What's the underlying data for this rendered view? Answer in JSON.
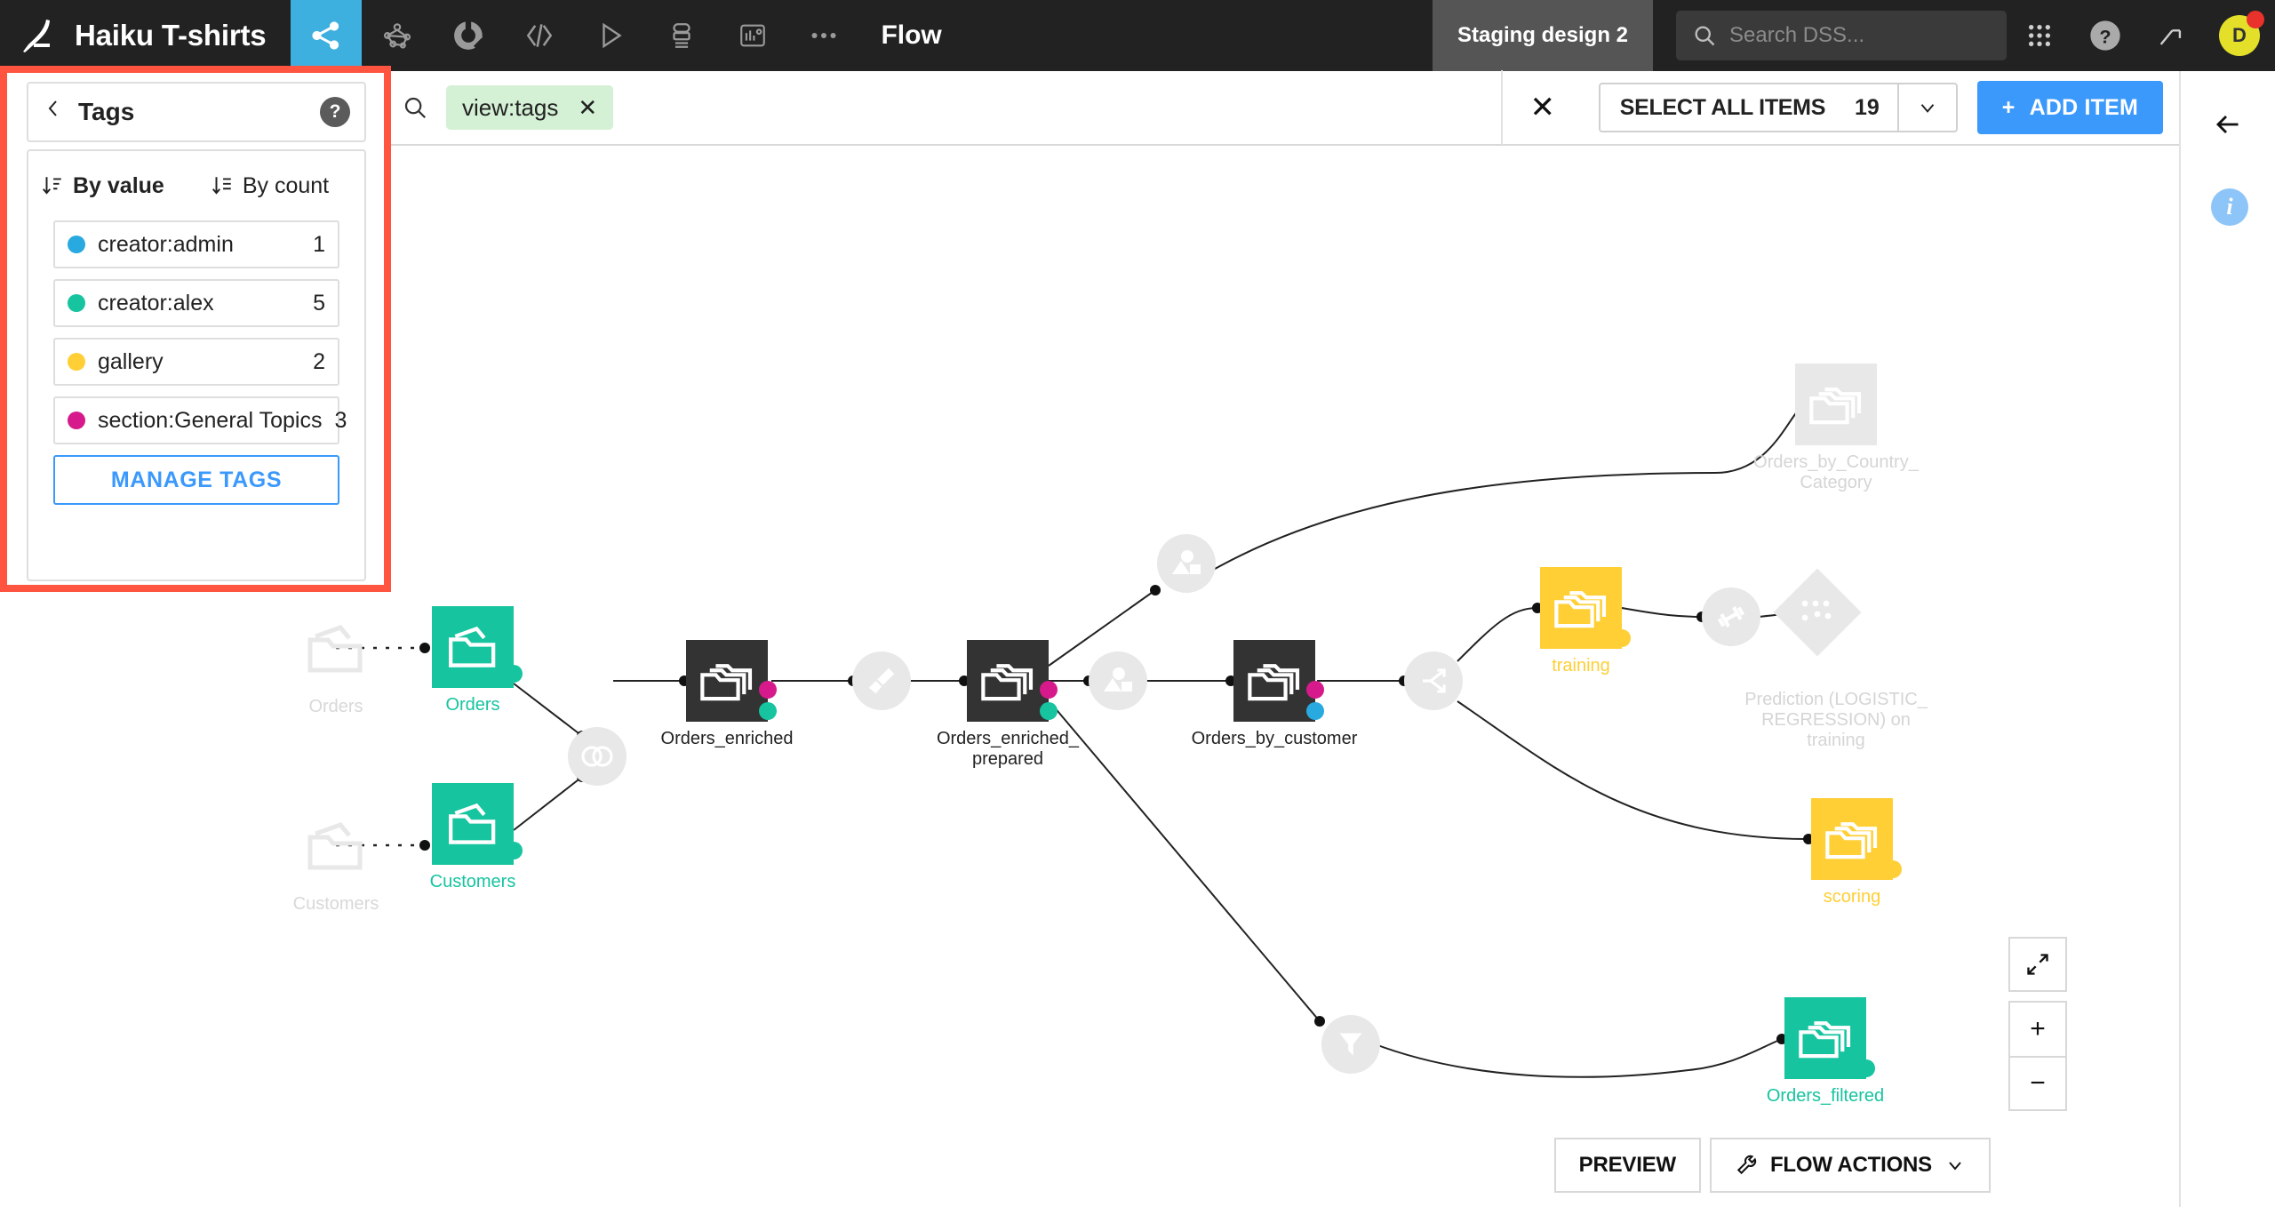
{
  "topbar": {
    "logo_icon": "bird-logo-icon",
    "project_title": "Haiku T-shirts",
    "nav_icons": [
      {
        "name": "flow-icon",
        "active": true
      },
      {
        "name": "graph-icon",
        "active": false
      },
      {
        "name": "lab-icon",
        "active": false
      },
      {
        "name": "code-icon",
        "active": false
      },
      {
        "name": "scenarios-play-icon",
        "active": false
      },
      {
        "name": "jobs-icon",
        "active": false
      },
      {
        "name": "dashboards-icon",
        "active": false
      },
      {
        "name": "more-ellipsis-icon",
        "active": false
      }
    ],
    "section_label": "Flow",
    "stage_label": "Staging design 2",
    "search_placeholder": "Search DSS...",
    "apps_icon": "apps-grid-icon",
    "help_icon": "help-circle-icon",
    "trend_icon": "trend-arrow-icon",
    "avatar_initial": "D",
    "notification_color": "#e8322b",
    "active_nav_color": "#3eb0e0"
  },
  "subheader": {
    "search_icon": "search-icon",
    "filter_chip": {
      "label": "view:tags",
      "remove_icon": "close-x-icon"
    },
    "clear_icon": "close-x-icon",
    "select_all_label": "SELECT ALL ITEMS",
    "select_all_count": "19",
    "caret_icon": "chevron-down-icon",
    "add_item_label": "ADD ITEM",
    "add_item_plus": "+",
    "add_item_color": "#3b99fc",
    "collapse_icon": "arrow-left-icon"
  },
  "right_rail": {
    "back_icon": "arrow-left-icon",
    "info_icon": "info-circle-icon",
    "info_letter": "i",
    "info_color": "#8dc5f8"
  },
  "tags_panel": {
    "highlight_color": "#ff5440",
    "back_icon": "chevron-left-icon",
    "title": "Tags",
    "help_icon": "help-circle-icon",
    "help_glyph": "?",
    "sorts": [
      {
        "label": "By value",
        "icon": "sort-descending-icon",
        "active": true
      },
      {
        "label": "By count",
        "icon": "sort-descending-icon",
        "active": false
      }
    ],
    "tags": [
      {
        "name": "creator:admin",
        "count": "1",
        "color": "#28a9e0"
      },
      {
        "name": "creator:alex",
        "count": "5",
        "color": "#16c4a0"
      },
      {
        "name": "gallery",
        "count": "2",
        "color": "#ffcf35"
      },
      {
        "name": "section:General Topics",
        "count": "3",
        "color": "#d61a8c"
      }
    ],
    "manage_label": "MANAGE TAGS",
    "manage_color": "#3b99fc"
  },
  "flow": {
    "ghost_nodes": [
      {
        "label": "Orders",
        "icon": "dataset-folder-icon"
      },
      {
        "label": "Customers",
        "icon": "dataset-folder-icon"
      }
    ],
    "nodes": [
      {
        "id": "orders",
        "label": "Orders",
        "color": "#16c4a0",
        "text_color": "#16c4a0",
        "icon": "dataset-folder-icon",
        "tag_dots": [
          "#16c4a0"
        ]
      },
      {
        "id": "customers",
        "label": "Customers",
        "color": "#16c4a0",
        "text_color": "#16c4a0",
        "icon": "dataset-folder-icon",
        "tag_dots": [
          "#16c4a0"
        ]
      },
      {
        "id": "orders_enriched",
        "label": "Orders_enriched",
        "color": "#333333",
        "text_color": "#222222",
        "icon": "dataset-folder-icon",
        "tag_dots": [
          "#d61a8c",
          "#16c4a0"
        ]
      },
      {
        "id": "orders_enriched_prepared",
        "label": "Orders_enriched_\nprepared",
        "color": "#333333",
        "text_color": "#222222",
        "icon": "dataset-folder-icon",
        "tag_dots": [
          "#d61a8c",
          "#16c4a0"
        ]
      },
      {
        "id": "orders_by_customer",
        "label": "Orders_by_customer",
        "color": "#333333",
        "text_color": "#222222",
        "icon": "dataset-folder-icon",
        "tag_dots": [
          "#d61a8c",
          "#28a9e0"
        ]
      },
      {
        "id": "training",
        "label": "training",
        "color": "#ffcf35",
        "text_color": "#ffcf35",
        "icon": "dataset-folder-icon",
        "tag_dots": [
          "#ffcf35"
        ]
      },
      {
        "id": "scoring",
        "label": "scoring",
        "color": "#ffcf35",
        "text_color": "#ffcf35",
        "icon": "dataset-folder-icon",
        "tag_dots": [
          "#ffcf35"
        ]
      },
      {
        "id": "orders_filtered",
        "label": "Orders_filtered",
        "color": "#16c4a0",
        "text_color": "#16c4a0",
        "icon": "dataset-folder-icon",
        "tag_dots": [
          "#16c4a0"
        ]
      },
      {
        "id": "orders_by_country_category",
        "label": "Orders_by_Country_\nCategory",
        "color": "#e8e8e8",
        "text_color": "#d5d5d5",
        "icon": "dataset-folder-icon",
        "tag_dots": []
      },
      {
        "id": "prediction_model",
        "label": "Prediction (LOGISTIC_\nREGRESSION) on\ntraining",
        "color": "#e8e8e8",
        "text_color": "#d5d5d5",
        "icon": "model-diamond-icon",
        "tag_dots": []
      }
    ],
    "recipes": [
      {
        "id": "join",
        "icon": "join-recipe-icon"
      },
      {
        "id": "prepare1",
        "icon": "prepare-broom-recipe-icon"
      },
      {
        "id": "group-top",
        "icon": "group-recipe-icon"
      },
      {
        "id": "group-mid",
        "icon": "group-recipe-icon"
      },
      {
        "id": "split",
        "icon": "split-recipe-icon"
      },
      {
        "id": "filter",
        "icon": "filter-recipe-icon"
      },
      {
        "id": "train",
        "icon": "train-recipe-icon"
      }
    ]
  },
  "bottom_controls": {
    "zoom_fit_icon": "fit-screen-icon",
    "zoom_in_label": "+",
    "zoom_out_label": "−",
    "preview_label": "PREVIEW",
    "flow_actions_label": "FLOW ACTIONS",
    "flow_actions_icon": "wrench-icon",
    "flow_actions_caret": "chevron-down-icon"
  }
}
